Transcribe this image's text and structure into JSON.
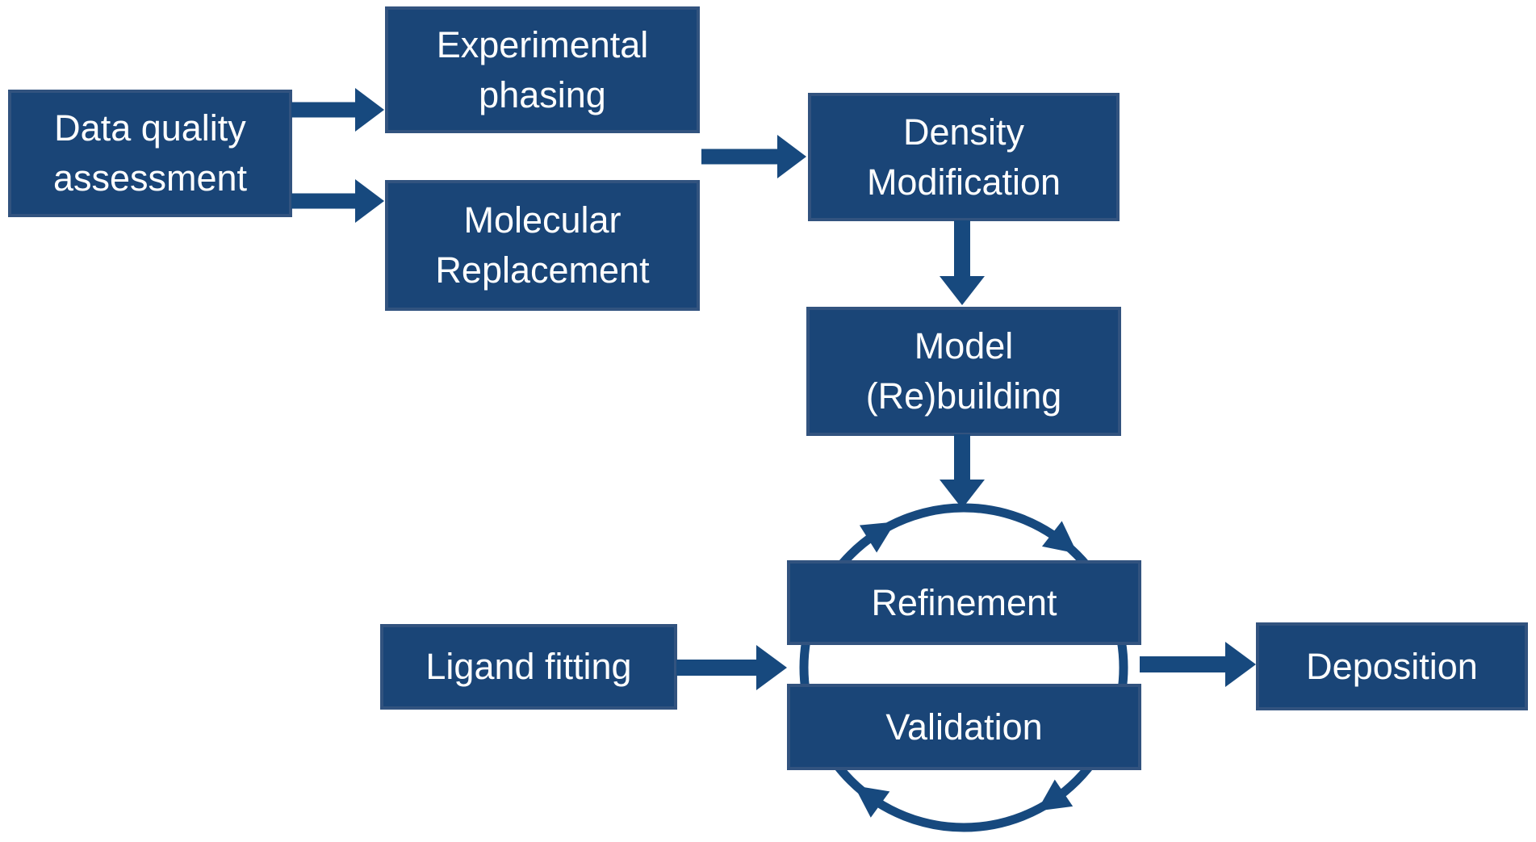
{
  "diagram": {
    "type": "flowchart",
    "subject": "structure solution workflow",
    "background": "#ffffff",
    "colors": {
      "box_fill": "#1a4577",
      "box_border": "#32537f",
      "arrow": "#17497e",
      "text": "#ffffff"
    },
    "nodes": [
      {
        "id": "data-quality-assessment",
        "label": "Data quality\nassessment"
      },
      {
        "id": "experimental-phasing",
        "label": "Experimental\nphasing"
      },
      {
        "id": "molecular-replacement",
        "label": "Molecular\nReplacement"
      },
      {
        "id": "density-modification",
        "label": "Density\nModification"
      },
      {
        "id": "model-rebuilding",
        "label": "Model\n(Re)building"
      },
      {
        "id": "refinement",
        "label": "Refinement"
      },
      {
        "id": "validation",
        "label": "Validation"
      },
      {
        "id": "ligand-fitting",
        "label": "Ligand fitting"
      },
      {
        "id": "deposition",
        "label": "Deposition"
      }
    ],
    "edges": [
      {
        "from": "data-quality-assessment",
        "to": "experimental-phasing"
      },
      {
        "from": "data-quality-assessment",
        "to": "molecular-replacement"
      },
      {
        "from": "experimental-phasing / molecular-replacement",
        "to": "density-modification"
      },
      {
        "from": "density-modification",
        "to": "model-rebuilding"
      },
      {
        "from": "model-rebuilding",
        "to": "refinement-validation-cycle"
      },
      {
        "from": "ligand-fitting",
        "to": "refinement-validation-cycle"
      },
      {
        "from": "refinement-validation-cycle",
        "to": "deposition"
      }
    ],
    "cycle": {
      "around": [
        "refinement",
        "validation"
      ],
      "direction": "clockwise",
      "arrow_count": 4
    }
  }
}
